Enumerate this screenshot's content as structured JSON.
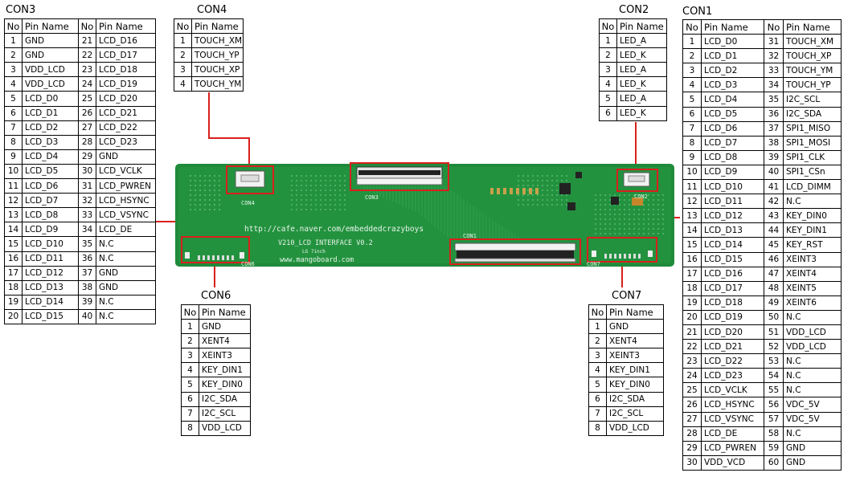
{
  "columns": {
    "no": "No",
    "pin": "Pin Name"
  },
  "con3": {
    "title": "CON3",
    "rows": [
      [
        "1",
        "GND",
        "21",
        "LCD_D16"
      ],
      [
        "2",
        "GND",
        "22",
        "LCD_D17"
      ],
      [
        "3",
        "VDD_LCD",
        "23",
        "LCD_D18"
      ],
      [
        "4",
        "VDD_LCD",
        "24",
        "LCD_D19"
      ],
      [
        "5",
        "LCD_D0",
        "25",
        "LCD_D20"
      ],
      [
        "6",
        "LCD_D1",
        "26",
        "LCD_D21"
      ],
      [
        "7",
        "LCD_D2",
        "27",
        "LCD_D22"
      ],
      [
        "8",
        "LCD_D3",
        "28",
        "LCD_D23"
      ],
      [
        "9",
        "LCD_D4",
        "29",
        "GND"
      ],
      [
        "10",
        "LCD_D5",
        "30",
        "LCD_VCLK"
      ],
      [
        "11",
        "LCD_D6",
        "31",
        "LCD_PWREN"
      ],
      [
        "12",
        "LCD_D7",
        "32",
        "LCD_HSYNC"
      ],
      [
        "13",
        "LCD_D8",
        "33",
        "LCD_VSYNC"
      ],
      [
        "14",
        "LCD_D9",
        "34",
        "LCD_DE"
      ],
      [
        "15",
        "LCD_D10",
        "35",
        "N.C"
      ],
      [
        "16",
        "LCD_D11",
        "36",
        "N.C"
      ],
      [
        "17",
        "LCD_D12",
        "37",
        "GND"
      ],
      [
        "18",
        "LCD_D13",
        "38",
        "GND"
      ],
      [
        "19",
        "LCD_D14",
        "39",
        "N.C"
      ],
      [
        "20",
        "LCD_D15",
        "40",
        "N.C"
      ]
    ]
  },
  "con4": {
    "title": "CON4",
    "rows": [
      [
        "1",
        "TOUCH_XM"
      ],
      [
        "2",
        "TOUCH_YP"
      ],
      [
        "3",
        "TOUCH_XP"
      ],
      [
        "4",
        "TOUCH_YM"
      ]
    ]
  },
  "con2": {
    "title": "CON2",
    "rows": [
      [
        "1",
        "LED_A"
      ],
      [
        "2",
        "LED_K"
      ],
      [
        "3",
        "LED_A"
      ],
      [
        "4",
        "LED_K"
      ],
      [
        "5",
        "LED_A"
      ],
      [
        "6",
        "LED_K"
      ]
    ]
  },
  "con1": {
    "title": "CON1",
    "rows": [
      [
        "1",
        "LCD_D0",
        "31",
        "TOUCH_XM"
      ],
      [
        "2",
        "LCD_D1",
        "32",
        "TOUCH_XP"
      ],
      [
        "3",
        "LCD_D2",
        "33",
        "TOUCH_YM"
      ],
      [
        "4",
        "LCD_D3",
        "34",
        "TOUCH_YP"
      ],
      [
        "5",
        "LCD_D4",
        "35",
        "I2C_SCL"
      ],
      [
        "6",
        "LCD_D5",
        "36",
        "I2C_SDA"
      ],
      [
        "7",
        "LCD_D6",
        "37",
        "SPI1_MISO"
      ],
      [
        "8",
        "LCD_D7",
        "38",
        "SPI1_MOSI"
      ],
      [
        "9",
        "LCD_D8",
        "39",
        "SPI1_CLK"
      ],
      [
        "10",
        "LCD_D9",
        "40",
        "SPI1_CSn"
      ],
      [
        "11",
        "LCD_D10",
        "41",
        "LCD_DIMM"
      ],
      [
        "12",
        "LCD_D11",
        "42",
        "N.C"
      ],
      [
        "13",
        "LCD_D12",
        "43",
        "KEY_DIN0"
      ],
      [
        "14",
        "LCD_D13",
        "44",
        "KEY_DIN1"
      ],
      [
        "15",
        "LCD_D14",
        "45",
        "KEY_RST"
      ],
      [
        "16",
        "LCD_D15",
        "46",
        "XEINT3"
      ],
      [
        "17",
        "LCD_D16",
        "47",
        "XEINT4"
      ],
      [
        "18",
        "LCD_D17",
        "48",
        "XEINT5"
      ],
      [
        "19",
        "LCD_D18",
        "49",
        "XEINT6"
      ],
      [
        "20",
        "LCD_D19",
        "50",
        "N.C"
      ],
      [
        "21",
        "LCD_D20",
        "51",
        "VDD_LCD"
      ],
      [
        "22",
        "LCD_D21",
        "52",
        "VDD_LCD"
      ],
      [
        "23",
        "LCD_D22",
        "53",
        "N.C"
      ],
      [
        "24",
        "LCD_D23",
        "54",
        "N.C"
      ],
      [
        "25",
        "LCD_VCLK",
        "55",
        "N.C"
      ],
      [
        "26",
        "LCD_HSYNC",
        "56",
        "VDC_5V"
      ],
      [
        "27",
        "LCD_VSYNC",
        "57",
        "VDC_5V"
      ],
      [
        "28",
        "LCD_DE",
        "58",
        "N.C"
      ],
      [
        "29",
        "LCD_PWREN",
        "59",
        "GND"
      ],
      [
        "30",
        "VDD_VCD",
        "60",
        "GND"
      ]
    ]
  },
  "con6": {
    "title": "CON6",
    "rows": [
      [
        "1",
        "GND"
      ],
      [
        "2",
        "XENT4"
      ],
      [
        "3",
        "XEINT3"
      ],
      [
        "4",
        "KEY_DIN1"
      ],
      [
        "5",
        "KEY_DIN0"
      ],
      [
        "6",
        "I2C_SDA"
      ],
      [
        "7",
        "I2C_SCL"
      ],
      [
        "8",
        "VDD_LCD"
      ]
    ]
  },
  "con7": {
    "title": "CON7",
    "rows": [
      [
        "1",
        "GND"
      ],
      [
        "2",
        "XENT4"
      ],
      [
        "3",
        "XEINT3"
      ],
      [
        "4",
        "KEY_DIN1"
      ],
      [
        "5",
        "KEY_DIN0"
      ],
      [
        "6",
        "I2C_SDA"
      ],
      [
        "7",
        "I2C_SCL"
      ],
      [
        "8",
        "VDD_LCD"
      ]
    ]
  },
  "board": {
    "url": "http://cafe.naver.com/embeddedcrazyboys",
    "name": "V210_LCD INTERFACE V0.2",
    "size": "LG 7inch",
    "site": "www.mangoboard.com",
    "silk_con1": "CON1",
    "silk_con2": "CON2",
    "silk_con3": "CON3",
    "silk_con4": "CON4",
    "silk_con6": "CON6",
    "silk_con7": "CON7",
    "pcb_color": "#1f8a3a",
    "highlight_color": "#d9201c"
  }
}
